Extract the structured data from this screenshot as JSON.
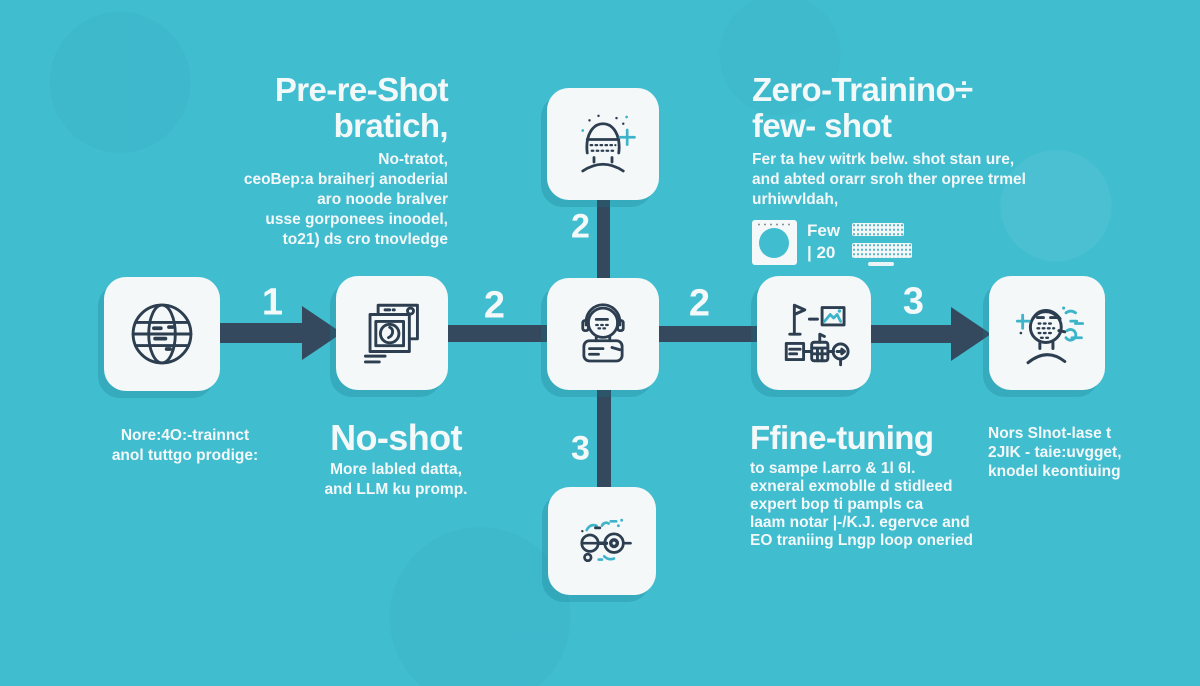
{
  "colors": {
    "background": "#41bdd0",
    "card": "#f5f8f9",
    "connector": "#34495e",
    "icon_dark": "#2c3e50",
    "icon_accent": "#3db4ca",
    "text": "#f3f8f9"
  },
  "pretraining_block": {
    "title_line1": "Pre-re-Shot",
    "title_line2": "bratich,",
    "lines": [
      "No-tratot,",
      "ceoBep:a braiherj anoderial",
      "aro noode bralver",
      "usse gorponees inoodel,",
      "to21) ds cro tnovledge"
    ]
  },
  "zero_shot_block": {
    "title_line1": "Zero-Trainino÷",
    "title_line2": "few- shot",
    "lines": [
      "Fer ta hev witrk belw. shot stan ure,",
      "and abted orarr sroh ther opree trmel",
      "urhiwvldah,"
    ],
    "badge": {
      "label_top": "Few",
      "label_bottom": "| 20"
    }
  },
  "corpus_caption": {
    "lines": [
      "Nore:4O:-trainnct",
      "anol tuttgo prodige:"
    ]
  },
  "no_shot_block": {
    "title": "No-shot",
    "lines": [
      "More labled datta,",
      "and LLM ku promp."
    ]
  },
  "fine_tuning_block": {
    "title": "Ffine-tuning",
    "lines": [
      "to sampe l.arro & 1l 6l.",
      "exneral exmoblle d stidleed",
      "expert bop ti pampls ca",
      "laam notar |-/K.J. egervce and",
      "EO traniing Lngp loop oneried"
    ]
  },
  "target_caption": {
    "lines": [
      "Nors Slnot-lase t",
      "2JIK - taie:uvgget,",
      "knodel keontiuing"
    ]
  },
  "steps": {
    "arrow1": "1",
    "bar2": "2",
    "bar3": "2",
    "arrow4": "3",
    "vertical_top": "2",
    "vertical_bottom": "3"
  },
  "icons": {
    "node1": "globe-icon",
    "node2": "stacked-documents-icon",
    "node3": "assistant-person-icon",
    "node4": "workflow-tools-icon",
    "node5": "annotated-person-icon",
    "node_top": "masked-person-icon",
    "node_bottom": "linked-nodes-icon",
    "zero_shot_badge": "circle-in-square-icon",
    "micro_text_badges": "dotted-text-badge-icon"
  }
}
